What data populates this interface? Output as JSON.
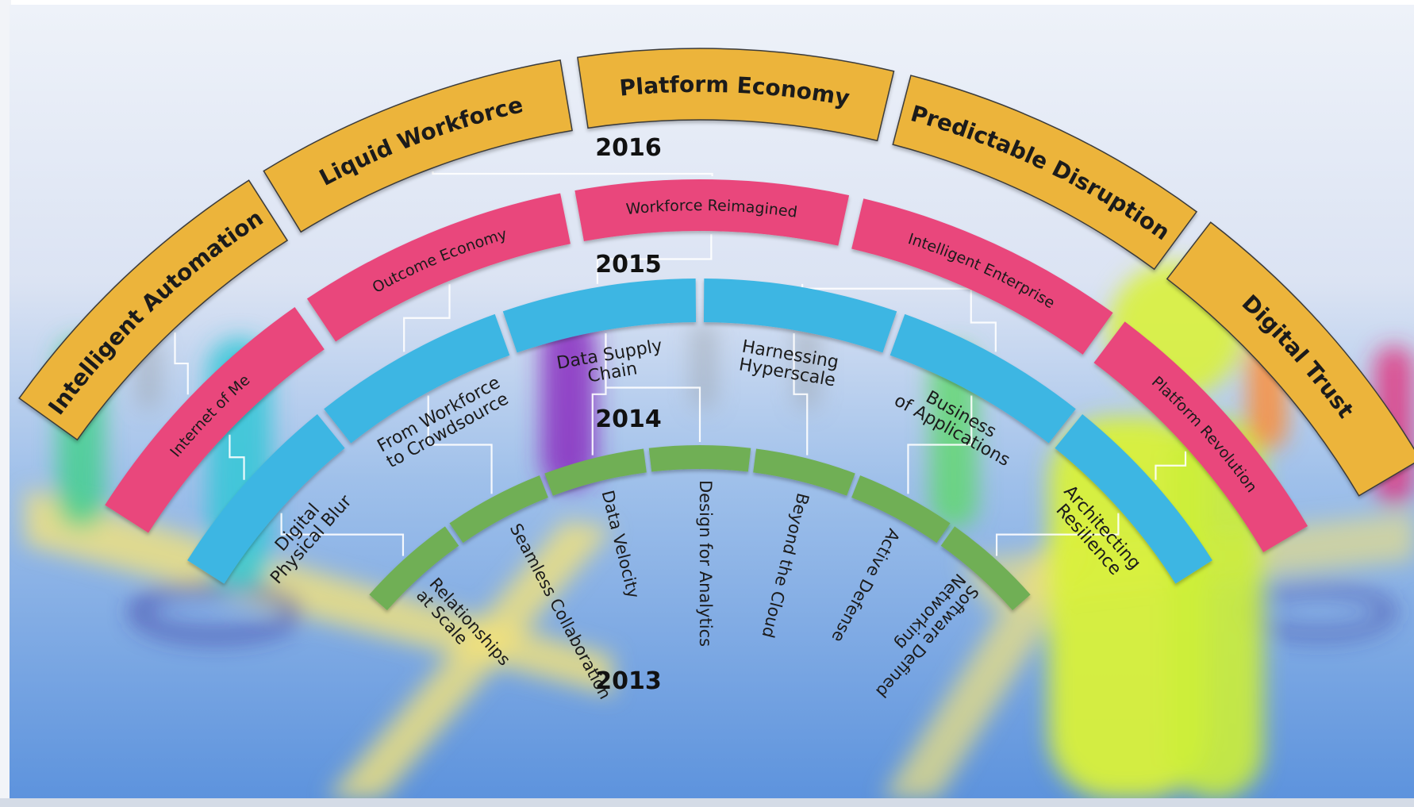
{
  "diagram": {
    "rings": [
      {
        "id": "2016",
        "year": "2016",
        "color": "#ecb43a",
        "text_color": "#1b1b1b",
        "items": [
          "Intelligent Automation",
          "Liquid Workforce",
          "Platform Economy",
          "Predictable Disruption",
          "Digital Trust"
        ]
      },
      {
        "id": "2015",
        "year": "2015",
        "color": "#e9467c",
        "text_color": "#1b1b1b",
        "items": [
          "Internet of Me",
          "Outcome Economy",
          "Workforce Reimagined",
          "Intelligent Enterprise",
          "Platform Revolution"
        ]
      },
      {
        "id": "2014",
        "year": "2014",
        "color": "#3cb6e3",
        "text_color": "#1b1b1b",
        "items": [
          "Digital Physical Blur",
          "From Workforce to Crowdsource",
          "Data Supply Chain",
          "Harnessing Hyperscale",
          "Business of Applications",
          "Architecting Resilience"
        ]
      },
      {
        "id": "2013",
        "year": "2013",
        "color": "#6faf55",
        "text_color": "#1b1b1b",
        "items": [
          "Relationships at Scale",
          "Seamless Collaboration",
          "Data Velocity",
          "Design for Analytics",
          "Beyond the Cloud",
          "Active Defense",
          "Software Defined Networking"
        ]
      }
    ]
  }
}
